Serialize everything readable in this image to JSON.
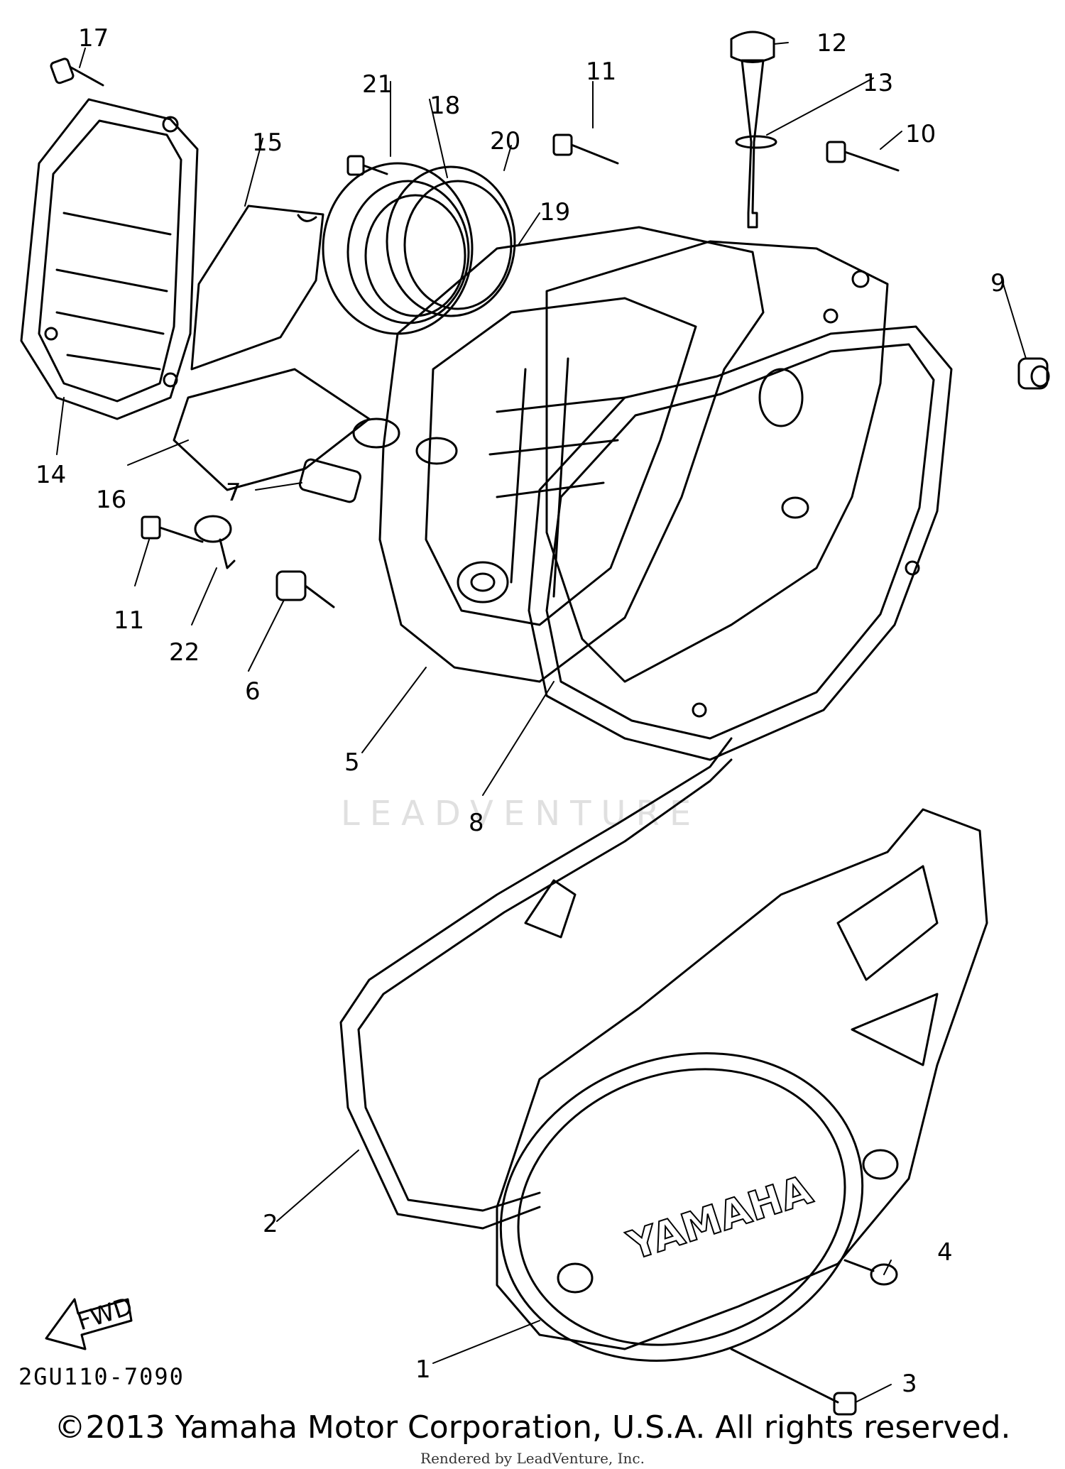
{
  "diagram": {
    "code": "2GU110-7090",
    "fwd_label": "FWD",
    "cover_brand": "YAMAHA",
    "watermark": "LEADVENTURE",
    "copyright": "©2013 Yamaha Motor Corporation, U.S.A. All rights reserved.",
    "rendered_by": "Rendered by LeadVenture, Inc.",
    "callouts": [
      {
        "number": "1"
      },
      {
        "number": "2"
      },
      {
        "number": "3"
      },
      {
        "number": "4"
      },
      {
        "number": "5"
      },
      {
        "number": "6"
      },
      {
        "number": "7"
      },
      {
        "number": "8"
      },
      {
        "number": "9"
      },
      {
        "number": "10"
      },
      {
        "number": "11"
      },
      {
        "number": "11"
      },
      {
        "number": "12"
      },
      {
        "number": "13"
      },
      {
        "number": "14"
      },
      {
        "number": "15"
      },
      {
        "number": "16"
      },
      {
        "number": "17"
      },
      {
        "number": "18"
      },
      {
        "number": "19"
      },
      {
        "number": "20"
      },
      {
        "number": "21"
      },
      {
        "number": "22"
      }
    ]
  }
}
